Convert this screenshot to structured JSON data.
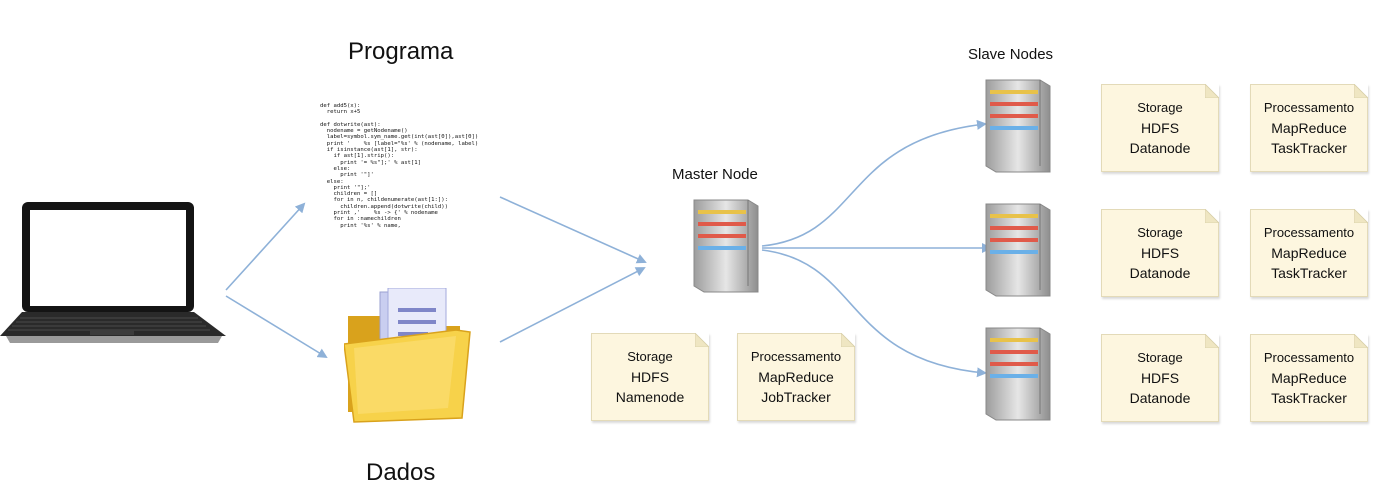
{
  "titles": {
    "programa": "Programa",
    "dados": "Dados",
    "master_node": "Master Node",
    "slave_nodes": "Slave Nodes"
  },
  "code_lines": [
    "def add5(x):",
    "  return x+5",
    "",
    "def dotwrite(ast):",
    "  nodename = getNodename()",
    "  label=symbol.sym_name.get(int(ast[0]),ast[0])",
    "  print '    %s [label=\"%s' % (nodename, label)",
    "  if isinstance(ast[1], str):",
    "    if ast[1].strip():",
    "      print '= %s\"];' % ast[1]",
    "    else:",
    "      print '\"]'",
    "  else:",
    "    print '\"];'",
    "    children = []",
    "    for in n, childenumerate(ast[1:]):",
    "      children.append(dotwrite(child))",
    "    print ,'    %s -> {' % nodename",
    "    for in :namechildren",
    "      print '%s' % name,"
  ],
  "master_notes": [
    {
      "line1": "Storage",
      "line2": "HDFS",
      "line3": "Namenode"
    },
    {
      "line1": "Processamento",
      "line2": "MapReduce",
      "line3": "JobTracker"
    }
  ],
  "slave_notes": [
    {
      "storage": {
        "line1": "Storage",
        "line2": "HDFS",
        "line3": "Datanode"
      },
      "proc": {
        "line1": "Processamento",
        "line2": "MapReduce",
        "line3": "TaskTracker"
      }
    },
    {
      "storage": {
        "line1": "Storage",
        "line2": "HDFS",
        "line3": "Datanode"
      },
      "proc": {
        "line1": "Processamento",
        "line2": "MapReduce",
        "line3": "TaskTracker"
      }
    },
    {
      "storage": {
        "line1": "Storage",
        "line2": "HDFS",
        "line3": "Datanode"
      },
      "proc": {
        "line1": "Processamento",
        "line2": "MapReduce",
        "line3": "TaskTracker"
      }
    }
  ],
  "colors": {
    "arrow": "#8eb1d8",
    "note_fill": "#fdf6df",
    "server_body": "#bfbfbf",
    "folder": "#f2c12e"
  },
  "icons": [
    "laptop-icon",
    "folder-icon",
    "server-icon"
  ]
}
